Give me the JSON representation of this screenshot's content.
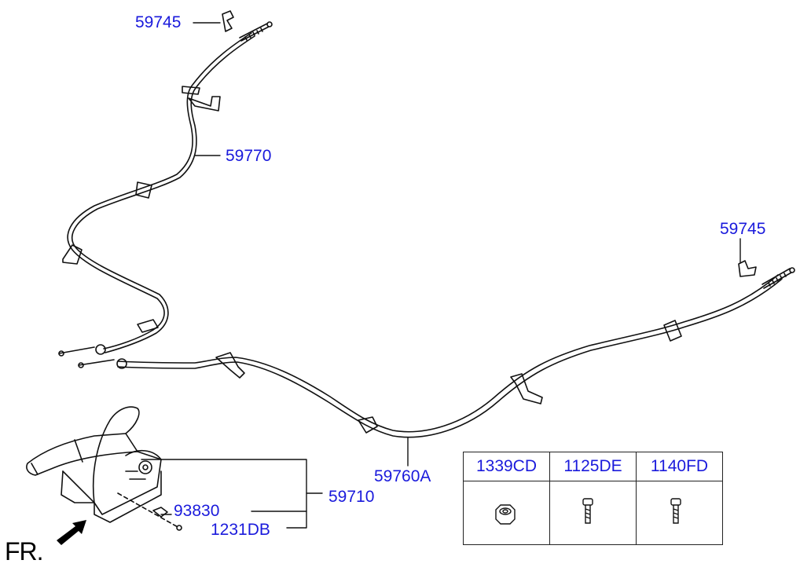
{
  "labels": {
    "clip_top": "59745",
    "clip_right": "59745",
    "cable_left": "59770",
    "cable_main": "59760A",
    "lever_assy": "59710",
    "switch": "93830",
    "bolt": "1231DB"
  },
  "front_marker": "FR.",
  "parts_table": {
    "col1": "1339CD",
    "col2": "1125DE",
    "col3": "1140FD"
  },
  "colors": {
    "label": "#1a1adc",
    "line": "#111111"
  }
}
